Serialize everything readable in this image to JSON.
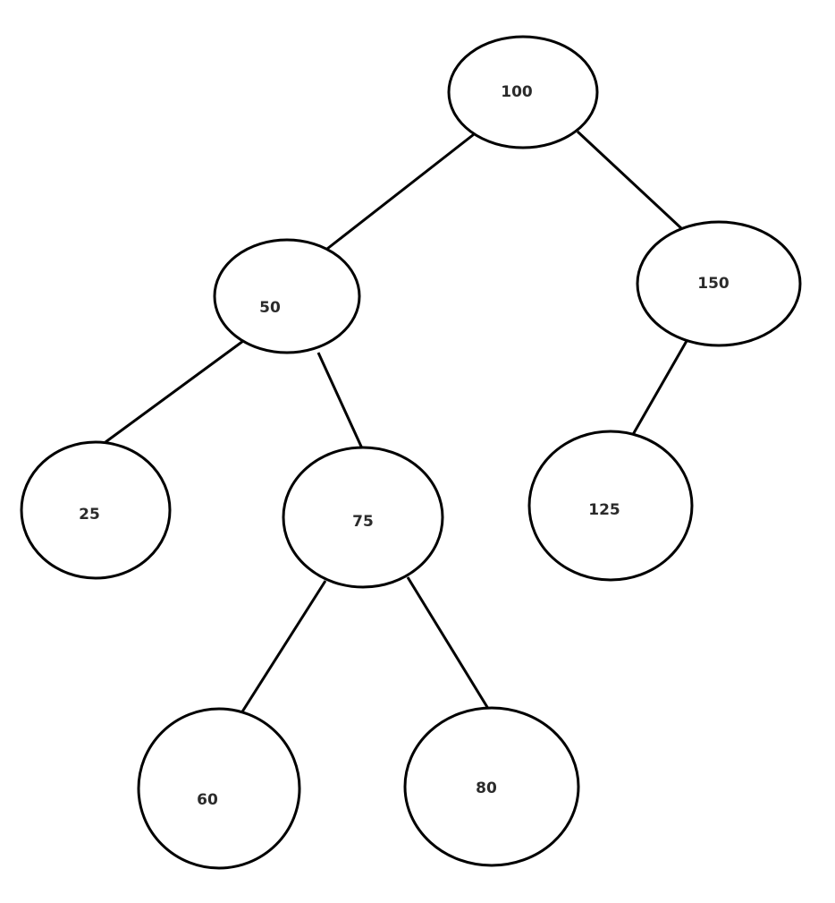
{
  "tree": {
    "nodes": [
      {
        "id": "n100",
        "label": "100"
      },
      {
        "id": "n50",
        "label": "50"
      },
      {
        "id": "n150",
        "label": "150"
      },
      {
        "id": "n25",
        "label": "25"
      },
      {
        "id": "n75",
        "label": "75"
      },
      {
        "id": "n125",
        "label": "125"
      },
      {
        "id": "n60",
        "label": "60"
      },
      {
        "id": "n80",
        "label": "80"
      }
    ],
    "edges": [
      {
        "from": "n100",
        "to": "n50"
      },
      {
        "from": "n100",
        "to": "n150"
      },
      {
        "from": "n50",
        "to": "n25"
      },
      {
        "from": "n50",
        "to": "n75"
      },
      {
        "from": "n150",
        "to": "n125"
      },
      {
        "from": "n75",
        "to": "n60"
      },
      {
        "from": "n75",
        "to": "n80"
      }
    ]
  }
}
